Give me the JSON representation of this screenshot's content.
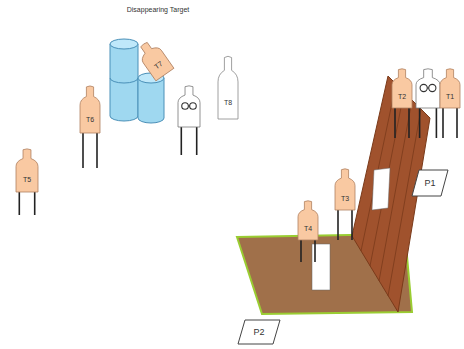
{
  "diagram": {
    "nodes": [
      {
        "text": [
          "T7"
        ]
      },
      {
        "text": [
          "T8"
        ]
      },
      {
        "text": [
          "T2"
        ]
      },
      {
        "text": [
          "T1"
        ]
      },
      {
        "text": [
          "T6"
        ]
      },
      {
        "text": [
          "T5"
        ]
      },
      {
        "text": [
          "T3"
        ]
      },
      {
        "text": [
          "T4"
        ]
      },
      {
        "text": [
          "P1"
        ]
      },
      {
        "text": [
          "P2"
        ]
      }
    ],
    "labels": [
      "Disappearing Target"
    ]
  }
}
